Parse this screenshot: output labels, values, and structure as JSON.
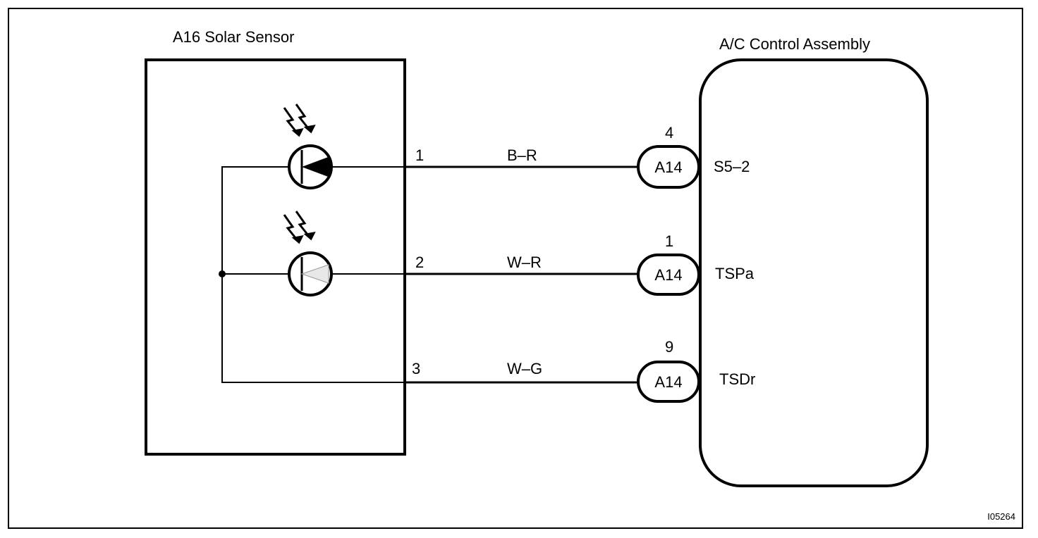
{
  "sensor": {
    "title": "A16 Solar Sensor"
  },
  "assembly": {
    "title": "A/C Control Assembly"
  },
  "wires": [
    {
      "sensor_pin": "1",
      "color_code": "B–R",
      "connector": "A14",
      "connector_pin": "4",
      "terminal": "S5–2"
    },
    {
      "sensor_pin": "2",
      "color_code": "W–R",
      "connector": "A14",
      "connector_pin": "1",
      "terminal": "TSPa"
    },
    {
      "sensor_pin": "3",
      "color_code": "W–G",
      "connector": "A14",
      "connector_pin": "9",
      "terminal": "TSDr"
    }
  ],
  "figure_id": "I05264",
  "colors": {
    "line": "#000000",
    "background": "#ffffff"
  }
}
